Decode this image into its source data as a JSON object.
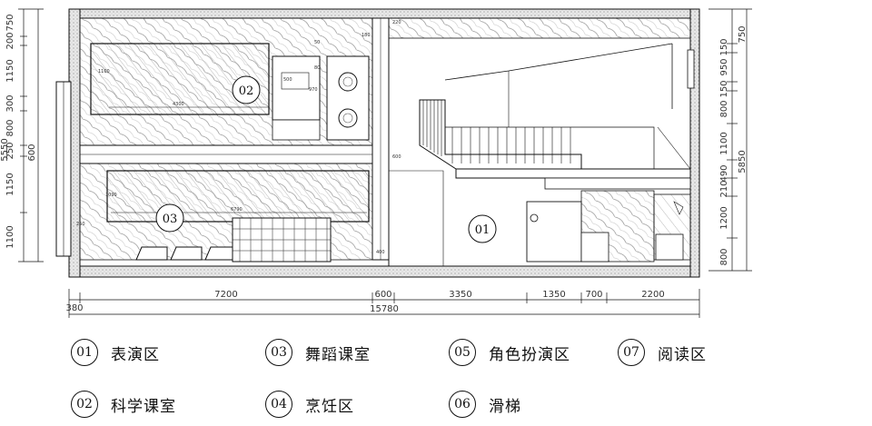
{
  "colors": {
    "line": "#111111",
    "hatch": "#9a9a9a",
    "wall": "#cfcfcf"
  },
  "plan_tags": {
    "area_02": "02",
    "area_03": "03",
    "area_01": "01"
  },
  "dims_bottom": {
    "segments": [
      "380",
      "7200",
      "600",
      "3350",
      "1350",
      "700",
      "2200"
    ],
    "total": "15780"
  },
  "dims_left": {
    "outer": [
      "750",
      "200",
      "1150",
      "300",
      "800",
      "250",
      "1150",
      "1100"
    ],
    "inner": [
      "600"
    ],
    "total": "5550"
  },
  "dims_right": {
    "outer": [
      "150",
      "950",
      "150",
      "800",
      "1100",
      "490",
      "210",
      "1200",
      "800"
    ],
    "top": "750",
    "total": "5850"
  },
  "dims_inner": {
    "w_4300": "4300",
    "w_6790": "6790",
    "w_600": "600",
    "w_400": "400",
    "w_250": "250",
    "h_1100": "1100",
    "h_1090": "1090",
    "h_970": "970",
    "w_80": "80",
    "w_50": "50",
    "h_220": "220",
    "h_180": "180",
    "w_500": "500"
  },
  "legend": [
    {
      "num": "01",
      "label": "表演区"
    },
    {
      "num": "02",
      "label": "科学课室"
    },
    {
      "num": "03",
      "label": "舞蹈课室"
    },
    {
      "num": "04",
      "label": "烹饪区"
    },
    {
      "num": "05",
      "label": "角色扮演区"
    },
    {
      "num": "06",
      "label": "滑梯"
    },
    {
      "num": "07",
      "label": "阅读区"
    }
  ]
}
